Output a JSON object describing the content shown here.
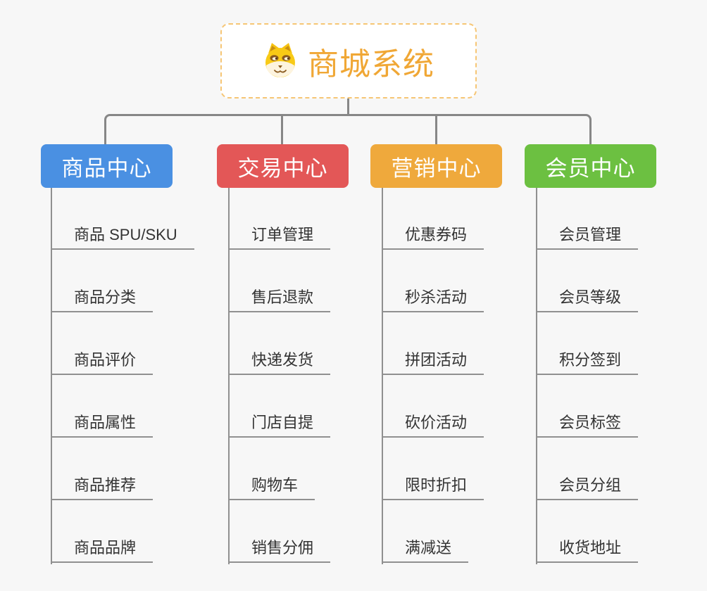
{
  "root": {
    "title": "商城系统",
    "title_color": "#f0a735",
    "icon": "dog-face-icon",
    "border_color": "#f6c675"
  },
  "connector_color": "#878787",
  "background_color": "#f7f7f7",
  "branches": [
    {
      "label": "商品中心",
      "color": "#4a90e2",
      "children": [
        "商品 SPU/SKU",
        "商品分类",
        "商品评价",
        "商品属性",
        "商品推荐",
        "商品品牌"
      ]
    },
    {
      "label": "交易中心",
      "color": "#e35757",
      "children": [
        "订单管理",
        "售后退款",
        "快递发货",
        "门店自提",
        "购物车",
        "销售分佣"
      ]
    },
    {
      "label": "营销中心",
      "color": "#efa93c",
      "children": [
        "优惠券码",
        "秒杀活动",
        "拼团活动",
        "砍价活动",
        "限时折扣",
        "满减送"
      ]
    },
    {
      "label": "会员中心",
      "color": "#6cc041",
      "children": [
        "会员管理",
        "会员等级",
        "积分签到",
        "会员标签",
        "会员分组",
        "收货地址"
      ]
    }
  ]
}
